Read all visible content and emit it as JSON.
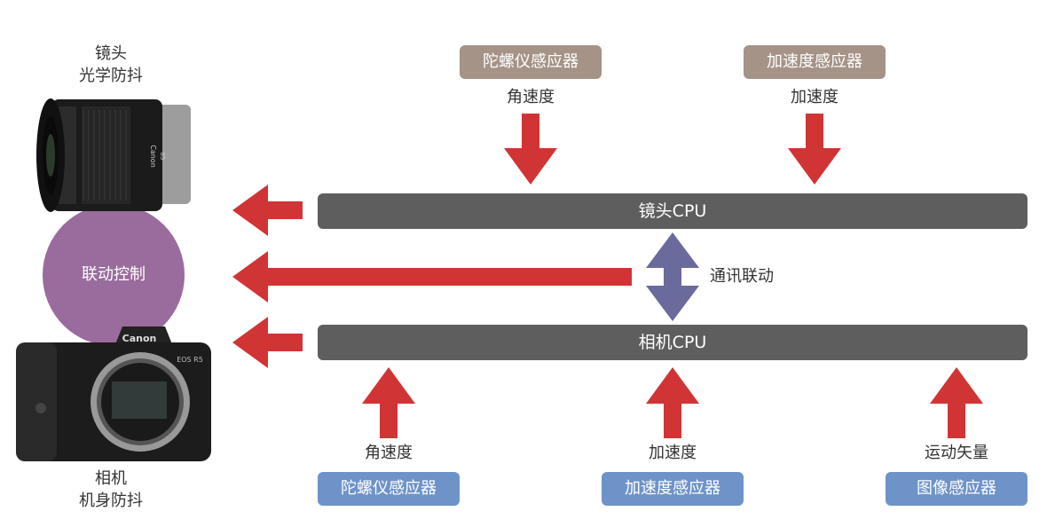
{
  "lens": {
    "caption_line1": "镜头",
    "caption_line2": "光学防抖",
    "brand_text": "Canon",
    "model_text": "85"
  },
  "camera": {
    "caption_line1": "相机",
    "caption_line2": "机身防抖",
    "brand_text": "Canon",
    "model_text": "EOS R5"
  },
  "center_circle": {
    "label": "联动控制",
    "color": "#9a6b9d"
  },
  "lens_cpu": {
    "label": "镜头CPU"
  },
  "camera_cpu": {
    "label": "相机CPU"
  },
  "link": {
    "label": "通讯联动"
  },
  "top_sensors": [
    {
      "name": "陀螺仪感应器",
      "signal": "角速度"
    },
    {
      "name": "加速度感应器",
      "signal": "加速度"
    }
  ],
  "bottom_sensors": [
    {
      "name": "陀螺仪感应器",
      "signal": "角速度"
    },
    {
      "name": "加速度感应器",
      "signal": "加速度"
    },
    {
      "name": "图像感应器",
      "signal": "运动矢量"
    }
  ],
  "colors": {
    "arrow_red": "#d13434",
    "link_arrow": "#6a6a9c",
    "bar_gray": "#5e5e5e",
    "top_sensor_bg": "#a59388",
    "bottom_sensor_bg": "#6e93c9"
  }
}
